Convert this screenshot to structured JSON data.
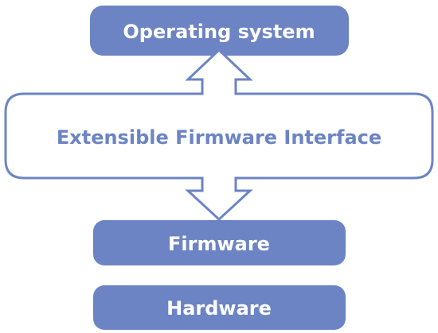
{
  "diagram": {
    "colors": {
      "primary": "#6c84c4",
      "background": "#ffffff"
    },
    "top_box": {
      "label": "Operating system"
    },
    "middle_box": {
      "label": "Extensible Firmware Interface"
    },
    "firmware_box": {
      "label": "Firmware"
    },
    "hardware_box": {
      "label": "Hardware"
    }
  }
}
